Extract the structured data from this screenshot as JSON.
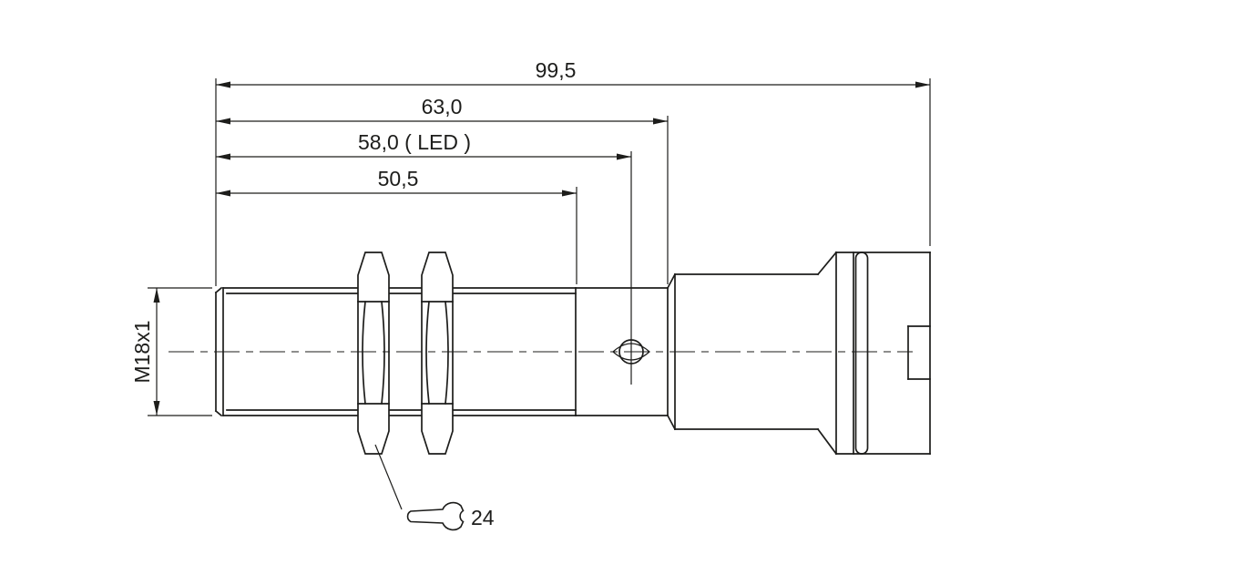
{
  "dims": {
    "overall": "99,5",
    "body": "63,0",
    "led": "58,0 ( LED )",
    "thread": "50,5",
    "thread_designation": "M18x1",
    "spanner": "24"
  },
  "style": {
    "line_color": "#1d1d1b",
    "background": "#ffffff"
  }
}
